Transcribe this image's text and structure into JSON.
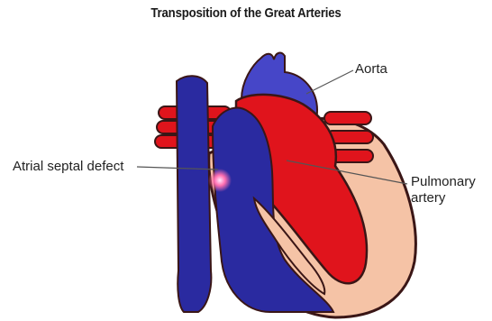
{
  "title": "Transposition of the Great Arteries",
  "labels": {
    "aorta": "Aorta",
    "atrial_septal_defect": "Atrial septal defect",
    "pulmonary_artery_line1": "Pulmonary",
    "pulmonary_artery_line2": "artery"
  },
  "colors": {
    "deoxygenated_blue": "#2a2aa0",
    "aorta_purple": "#4646c8",
    "oxygenated_red": "#e0141c",
    "muscle_pink": "#f5c3a6",
    "outline_dark": "#3a1616",
    "leader_line": "#555555"
  }
}
